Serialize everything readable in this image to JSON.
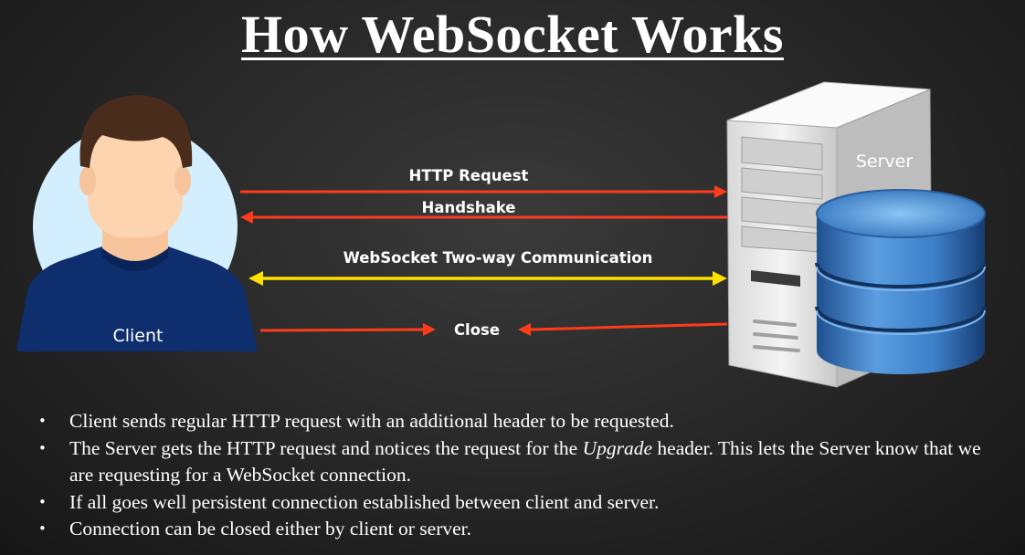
{
  "title": "How WebSocket Works",
  "labels": {
    "client": "Client",
    "server": "Server",
    "http_request": "HTTP Request",
    "handshake": "Handshake",
    "websocket": "WebSocket Two-way Communication",
    "close": "Close"
  },
  "bullets": [
    {
      "text": "Client sends regular HTTP request with an additional header to be requested."
    },
    {
      "before": "The Server gets the HTTP request and notices the request for the ",
      "emphasis": "Upgrade",
      "after": " header. This lets the Server know that we are requesting for a WebSocket connection."
    },
    {
      "text": "If all goes well persistent connection established between client and server."
    },
    {
      "text": "Connection can be closed either by client or server."
    }
  ],
  "bullet_glyph": "•",
  "colors": {
    "request_arrow": "#ff3b1a",
    "websocket_arrow": "#ffe100",
    "client_circle": "#d3efff",
    "client_shirt": "#0e2e6e",
    "skin": "#fdd4b0",
    "hair": "#4a2c1c",
    "server_body": "#e6e6e6",
    "database": "#3d7fc8"
  },
  "icons": [
    "client-avatar-icon",
    "server-tower-icon",
    "database-icon"
  ]
}
